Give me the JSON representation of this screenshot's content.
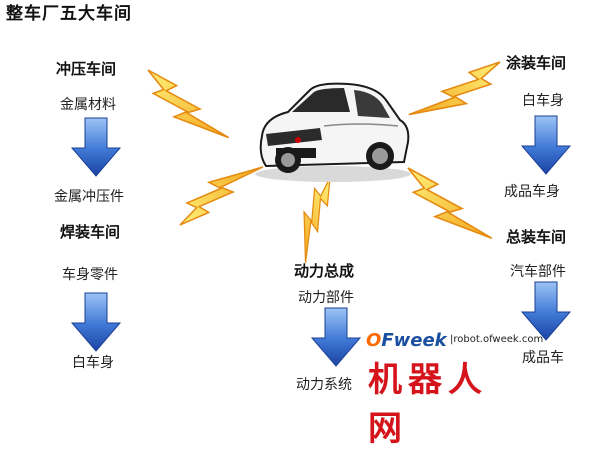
{
  "title": "整车厂五大车间",
  "workshops": [
    {
      "id": "stamping",
      "name": "冲压车间",
      "input": "金属材料",
      "output": "金属冲压件"
    },
    {
      "id": "welding",
      "name": "焊装车间",
      "input": "车身零件",
      "output": "白车身"
    },
    {
      "id": "powertrain",
      "name": "动力总成",
      "input": "动力部件",
      "output": "动力系统"
    },
    {
      "id": "painting",
      "name": "涂装车间",
      "input": "白车身",
      "output": "成品车身"
    },
    {
      "id": "assembly",
      "name": "总装车间",
      "input": "汽车部件",
      "output": "成品车"
    }
  ],
  "watermark": {
    "logo_o": "O",
    "logo_rest": "Fweek",
    "url": "|robot.ofweek.com",
    "site_name": "机器人网"
  },
  "colors": {
    "arrow_top": "#7fb0ef",
    "arrow_bottom": "#1f4fb0",
    "bolt_outer": "#f0a020",
    "bolt_inner": "#ffe35a",
    "car_body": "#f4f4f4",
    "car_outline": "#1a1a1a"
  }
}
